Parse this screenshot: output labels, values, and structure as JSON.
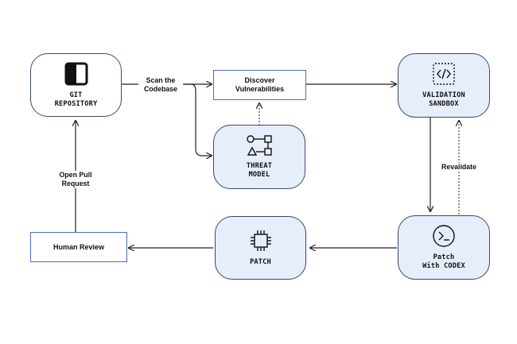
{
  "nodes": {
    "git_repository": "GIT\nREPOSITORY",
    "threat_model": "THREAT\nMODEL",
    "validation_sandbox": "VALIDATION\nSANDBOX",
    "patch": "PATCH",
    "patch_with_codex": "Patch\nWith CODEX"
  },
  "boxes": {
    "discover_vulnerabilities": "Discover\nVulnerabilities",
    "human_review": "Human Review"
  },
  "edge_labels": {
    "scan_the_codebase": "Scan the\nCodebase",
    "open_pull_request": "Open Pull\nRequest",
    "revalidate": "Revalidate"
  },
  "icons": {
    "git_repository": "split-square-icon",
    "threat_model": "shapes-graph-icon",
    "validation_sandbox": "code-brackets-icon",
    "patch": "chip-icon",
    "patch_with_codex": "terminal-prompt-icon"
  },
  "colors": {
    "node_border": "#3a4a66",
    "node_fill_blue": "#e6edfb",
    "box_border": "#4a6db5",
    "arrow": "#222222"
  }
}
